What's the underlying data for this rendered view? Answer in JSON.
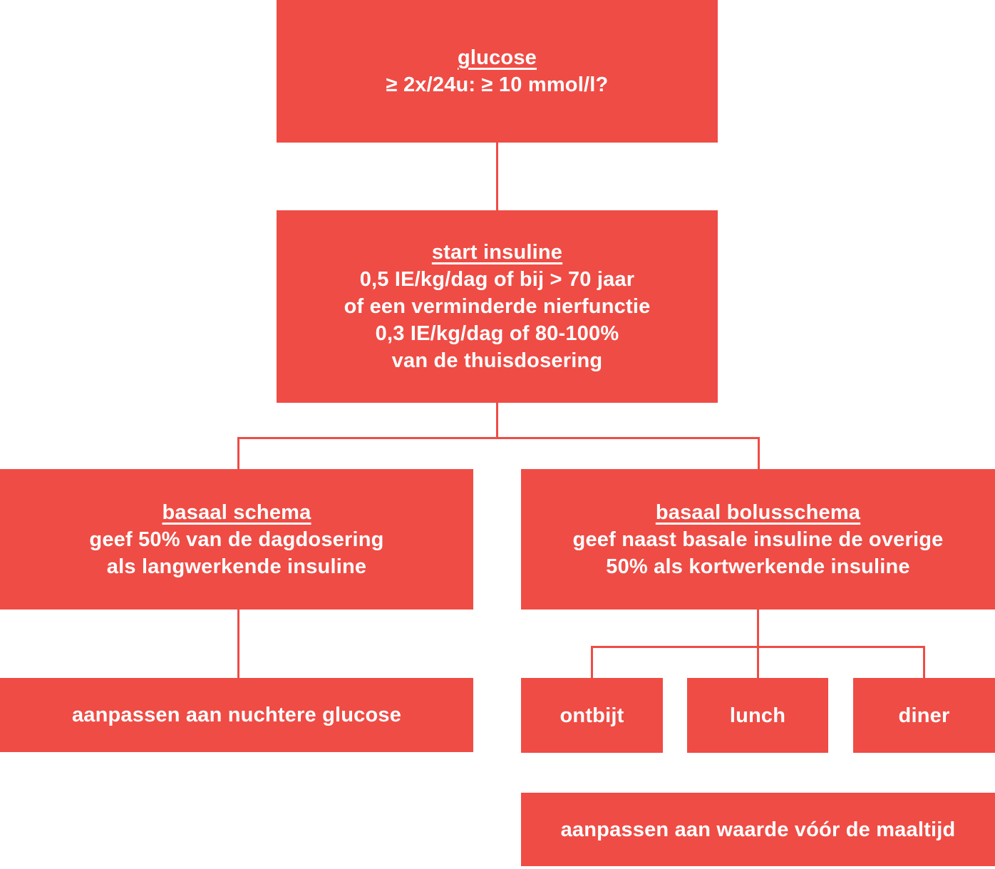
{
  "colors": {
    "box_fill": "#ef4c45",
    "connector": "#ef4c45",
    "text": "#ffffff",
    "background": "#ffffff"
  },
  "flowchart": {
    "glucose": {
      "title": "glucose",
      "line1": "≥ 2x/24u: ≥ 10 mmol/l?"
    },
    "start_insuline": {
      "title": "start insuline",
      "line1": "0,5 IE/kg/dag of bij > 70 jaar",
      "line2": "of een verminderde nierfunctie",
      "line3": "0,3 IE/kg/dag of 80-100%",
      "line4": "van de thuisdosering"
    },
    "basaal_schema": {
      "title": "basaal schema",
      "line1": "geef 50% van de dagdosering",
      "line2": "als langwerkende insuline"
    },
    "basaal_bolusschema": {
      "title": "basaal bolusschema",
      "line1": "geef naast basale insuline de overige",
      "line2": "50% als kortwerkende insuline"
    },
    "aanpassen_nuchter": {
      "label": "aanpassen aan nuchtere glucose"
    },
    "ontbijt": {
      "label": "ontbijt"
    },
    "lunch": {
      "label": "lunch"
    },
    "diner": {
      "label": "diner"
    },
    "aanpassen_maaltijd": {
      "label": "aanpassen aan waarde vóór de maaltijd"
    }
  }
}
